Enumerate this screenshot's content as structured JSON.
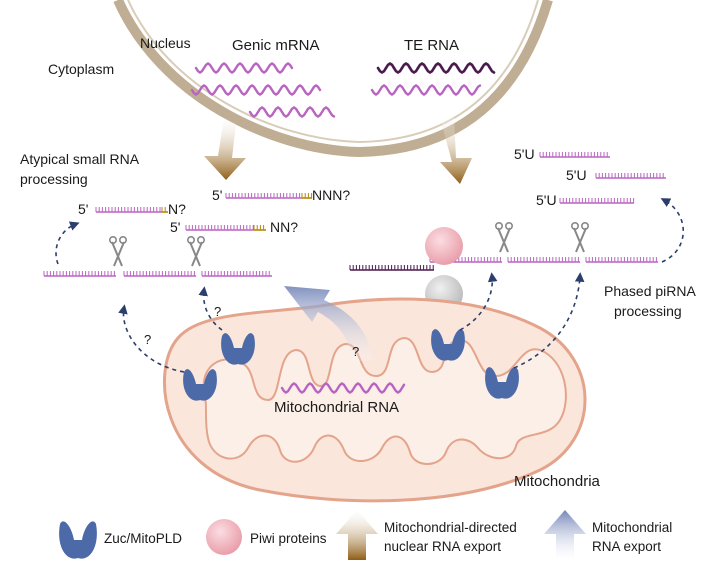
{
  "labels": {
    "nucleus": "Nucleus",
    "cytoplasm": "Cytoplasm",
    "genic_mrna": "Genic mRNA",
    "te_rna": "TE RNA",
    "atypical_line1": "Atypical small RNA",
    "atypical_line2": "processing",
    "phased_line1": "Phased piRNA",
    "phased_line2": "processing",
    "mito_rna": "Mitochondrial RNA",
    "mitochondria": "Mitochondria",
    "q": "?"
  },
  "rna_products": {
    "left": [
      {
        "prefix": "5'",
        "suffix": "N?"
      },
      {
        "prefix": "5'",
        "suffix": "NNN?"
      },
      {
        "prefix": "5'",
        "suffix": "NN?"
      }
    ],
    "right": [
      {
        "prefix": "5'U"
      },
      {
        "prefix": "5'U"
      },
      {
        "prefix": "5'U"
      }
    ]
  },
  "legend": [
    {
      "icon": "zuc-mitopld-icon",
      "label": "Zuc/MitoPLD"
    },
    {
      "icon": "piwi-protein-icon",
      "label": "Piwi proteins"
    },
    {
      "icon": "nuclear-export-arrow-icon",
      "label_line1": "Mitochondrial-directed",
      "label_line2": "nuclear RNA export"
    },
    {
      "icon": "mito-export-arrow-icon",
      "label_line1": "Mitochondrial",
      "label_line2": "RNA export"
    }
  ],
  "colors": {
    "rna": "#b865c0",
    "te_rna": "#4a1a4f",
    "tail": "#b8860b",
    "enzyme": "#4d6aa8",
    "piwi": "#eeb1ba",
    "nuclear_export_arrow": "#9a6a22",
    "mito_export_arrow": "#8b9cc4",
    "nucleus_envelope": "#bfae93",
    "mito_fill": "#fbe6dc",
    "mito_stroke": "#e3a48b",
    "dash": "#2c3e6b"
  }
}
